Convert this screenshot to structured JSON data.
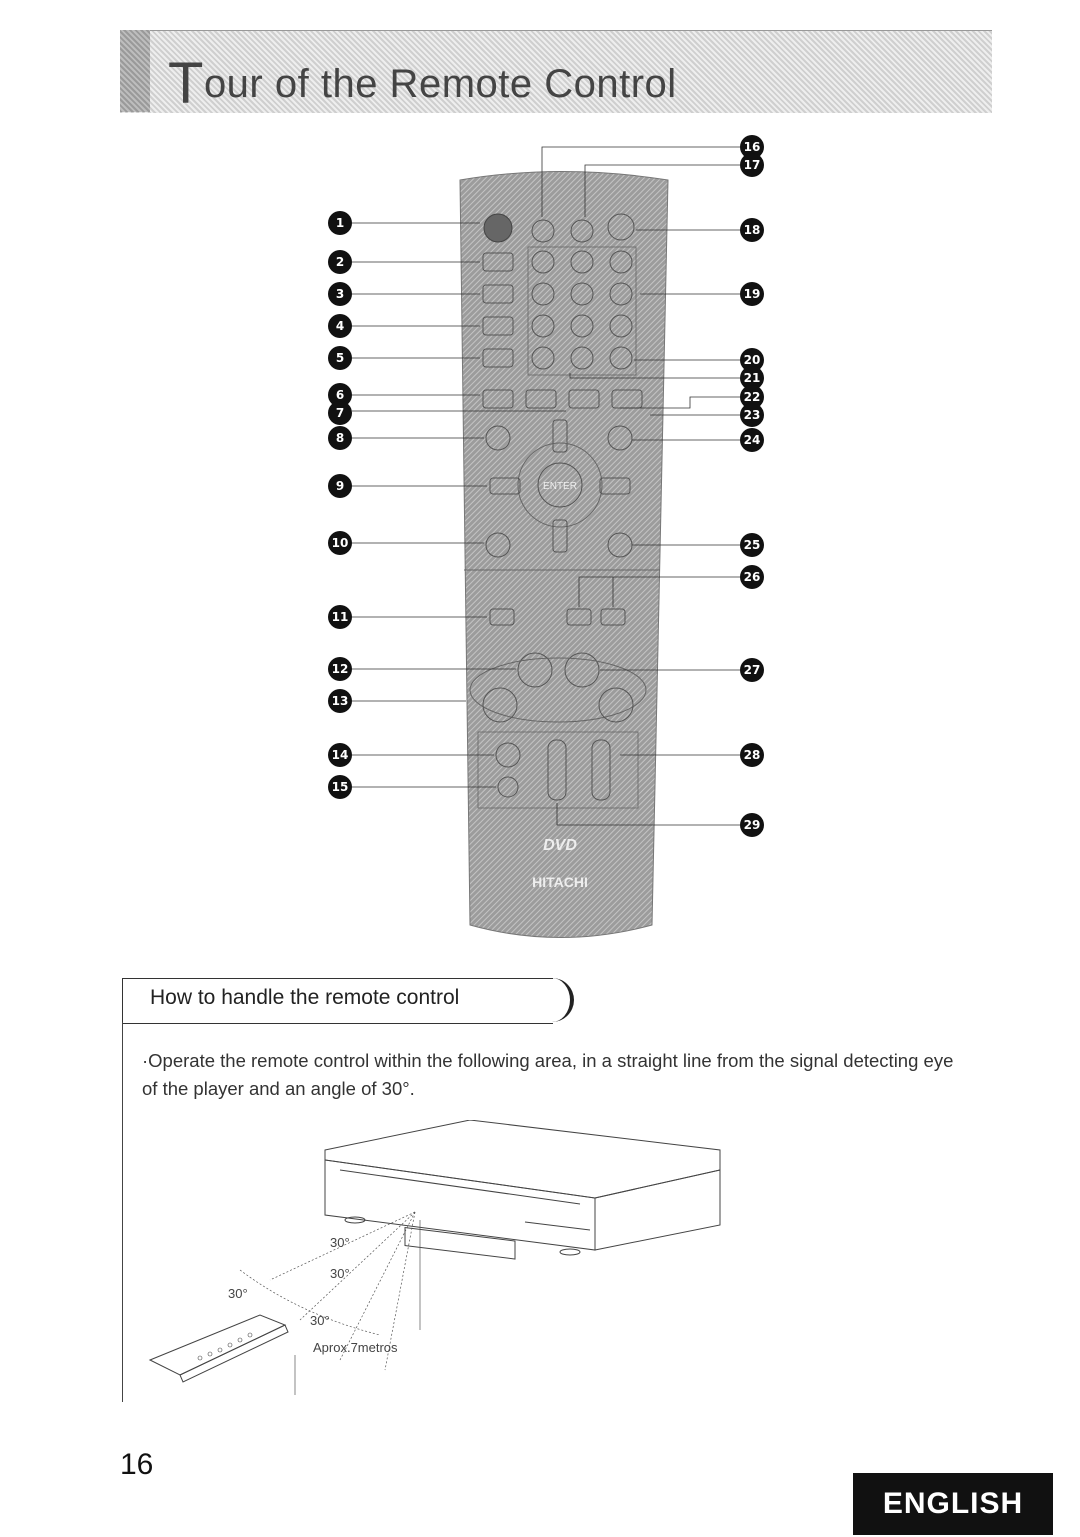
{
  "header": {
    "title_first_letter": "T",
    "title_rest": "our of the Remote Control"
  },
  "remote": {
    "callouts_left": [
      "1",
      "2",
      "3",
      "4",
      "5",
      "6",
      "7",
      "8",
      "9",
      "10",
      "11",
      "12",
      "13",
      "14",
      "15"
    ],
    "callouts_right": [
      "16",
      "17",
      "18",
      "19",
      "20",
      "21",
      "22",
      "23",
      "24",
      "25",
      "26",
      "27",
      "28",
      "29"
    ],
    "enter_label": "ENTER",
    "brand": "HITACHI",
    "logo": "DVD"
  },
  "section": {
    "title": "How to handle the remote control"
  },
  "body": {
    "text": "·Operate the remote control within the following area, in a straight line from the signal detecting eye of the player and an angle of 30°."
  },
  "diagram": {
    "angle_label_1": "30°",
    "angle_label_2": "30°",
    "angle_label_3": "30°",
    "angle_label_4": "30°",
    "distance_label": "Aprox.7metros"
  },
  "footer": {
    "page_number": "16",
    "language_tab": "ENGLISH"
  }
}
